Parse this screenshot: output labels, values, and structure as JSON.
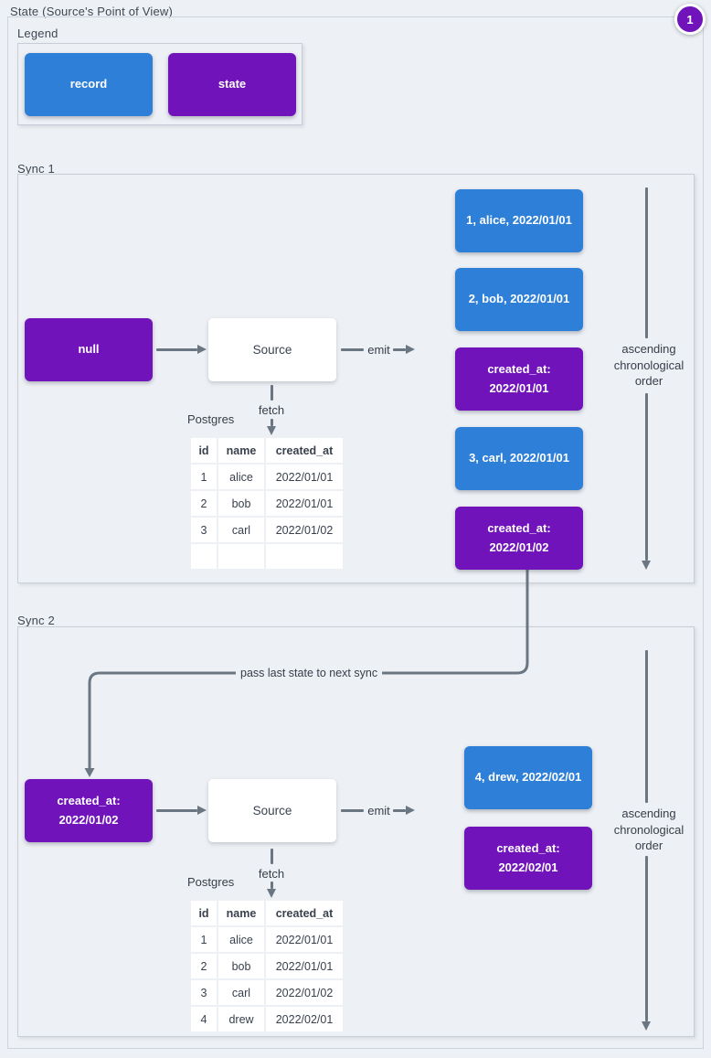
{
  "title": "State (Source's Point of View)",
  "badge": {
    "label": "1"
  },
  "colors": {
    "record_blue": "#2e7fd8",
    "state_purple": "#7013ba",
    "arrow_gray": "#6b7683",
    "background": "#edf0f4",
    "frame_border": "#c7ced8",
    "text_dark": "#3a4351"
  },
  "legend": {
    "title": "Legend",
    "record_label": "record",
    "state_label": "state"
  },
  "sync1": {
    "title": "Sync 1",
    "input_state": {
      "line1": "null",
      "line2": ""
    },
    "source": "Source",
    "emit": "emit",
    "fetch": "fetch",
    "db": "Postgres",
    "order": "ascending chronological order",
    "table": {
      "headers": [
        "id",
        "name",
        "created_at"
      ],
      "rows": [
        [
          "1",
          "alice",
          "2022/01/01"
        ],
        [
          "2",
          "bob",
          "2022/01/01"
        ],
        [
          "3",
          "carl",
          "2022/01/02"
        ],
        [
          "",
          "",
          ""
        ]
      ]
    },
    "outputs": [
      {
        "kind": "record",
        "line1": "1, alice, 2022/01/01",
        "line2": ""
      },
      {
        "kind": "record",
        "line1": "2, bob, 2022/01/01",
        "line2": ""
      },
      {
        "kind": "state",
        "line1": "created_at:",
        "line2": "2022/01/01"
      },
      {
        "kind": "record",
        "line1": "3, carl, 2022/01/01",
        "line2": ""
      },
      {
        "kind": "state",
        "line1": "created_at:",
        "line2": "2022/01/02"
      }
    ]
  },
  "connector": {
    "label": "pass last state to next sync"
  },
  "sync2": {
    "title": "Sync 2",
    "input_state": {
      "line1": "created_at:",
      "line2": "2022/01/02"
    },
    "source": "Source",
    "emit": "emit",
    "fetch": "fetch",
    "db": "Postgres",
    "order": "ascending chronological order",
    "table": {
      "headers": [
        "id",
        "name",
        "created_at"
      ],
      "rows": [
        [
          "1",
          "alice",
          "2022/01/01"
        ],
        [
          "2",
          "bob",
          "2022/01/01"
        ],
        [
          "3",
          "carl",
          "2022/01/02"
        ],
        [
          "4",
          "drew",
          "2022/02/01"
        ]
      ]
    },
    "outputs": [
      {
        "kind": "record",
        "line1": "4, drew, 2022/02/01",
        "line2": ""
      },
      {
        "kind": "state",
        "line1": "created_at:",
        "line2": "2022/02/01"
      }
    ]
  }
}
